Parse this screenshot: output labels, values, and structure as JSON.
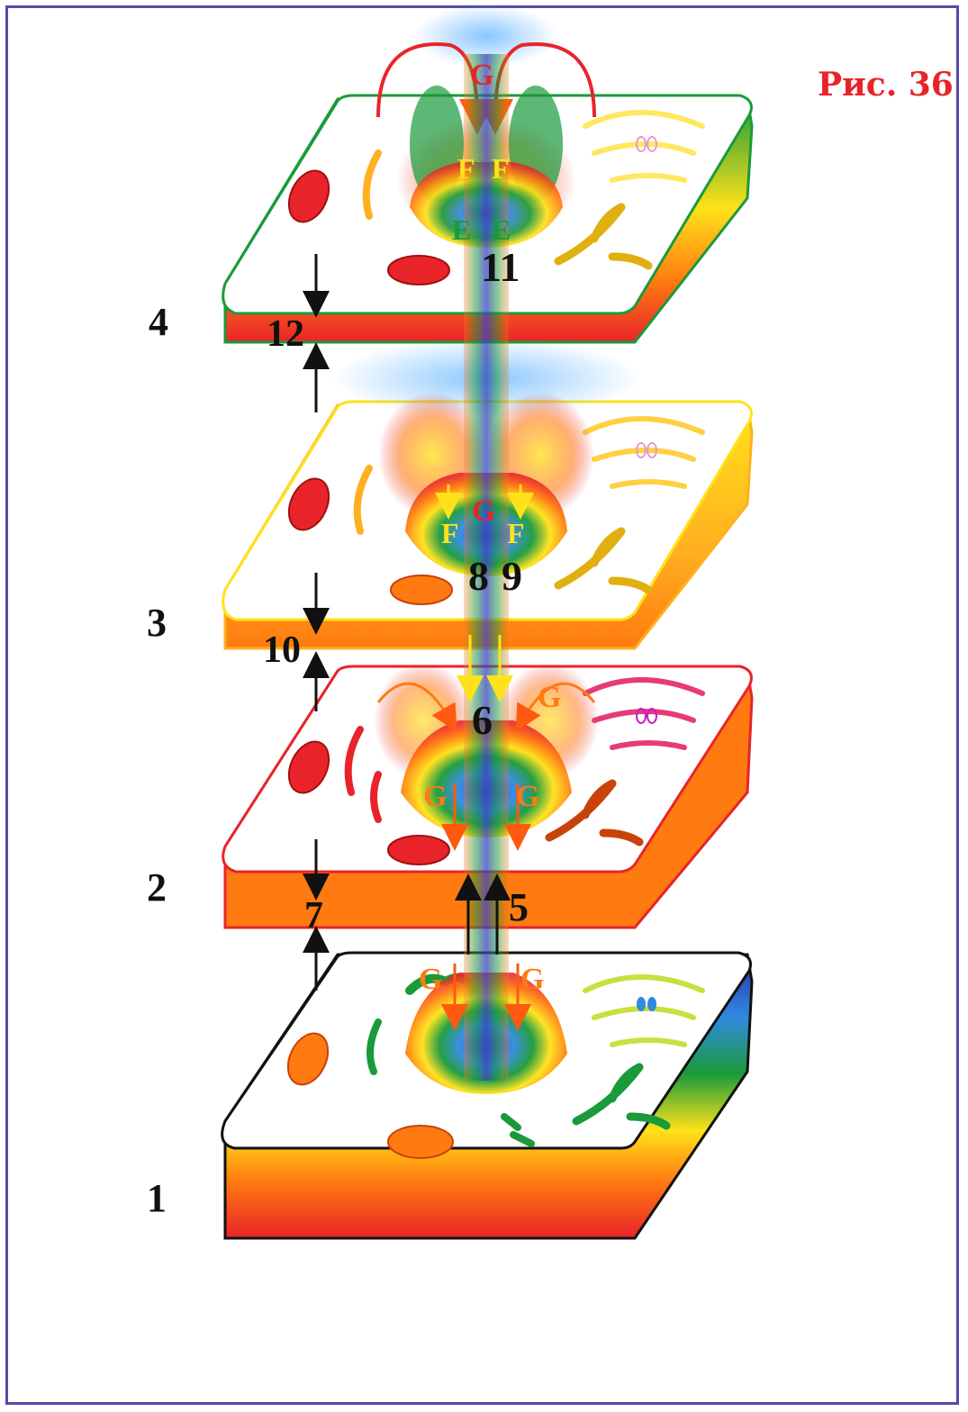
{
  "figure": {
    "title": "Рис. 36",
    "colors": {
      "border": "#5a48a8",
      "title": "#e8242a",
      "red": "#e8242a",
      "orange": "#ff7a10",
      "yellow": "#ffe21a",
      "green": "#1a9a3a",
      "blue": "#2f6cd8",
      "labels": "#111111"
    }
  },
  "levels": {
    "l1": "1",
    "l2": "2",
    "l3": "3",
    "l4": "4"
  },
  "numbers": {
    "n5": "5",
    "n6": "6",
    "n7": "7",
    "n8": "8",
    "n9": "9",
    "n10": "10",
    "n11": "11",
    "n12": "12"
  },
  "letters": {
    "g": "G",
    "f": "F",
    "e": "E"
  }
}
